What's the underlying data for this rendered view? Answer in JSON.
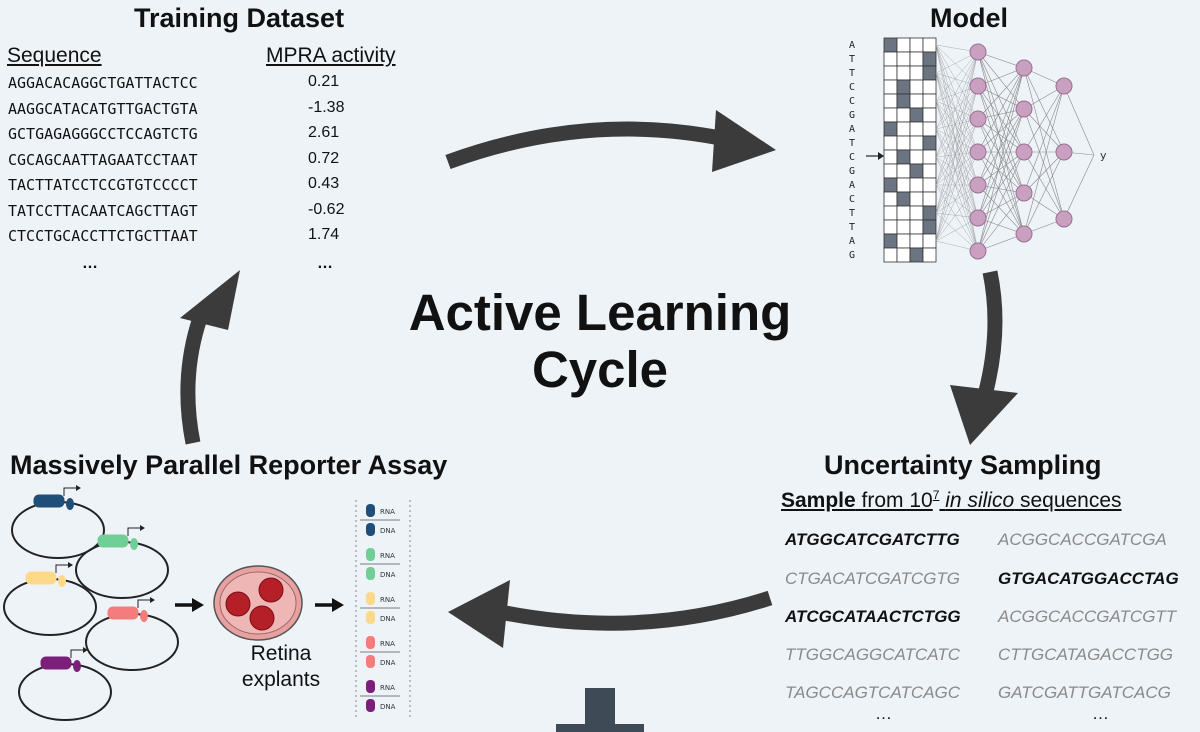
{
  "center_title": [
    "Active Learning",
    "Cycle"
  ],
  "training": {
    "title": "Training Dataset",
    "col_sequence": "Sequence",
    "col_activity": "MPRA activity",
    "rows": [
      {
        "seq": "AGGACACAGGCTGATTACTCC",
        "val": "0.21"
      },
      {
        "seq": "AAGGCATACATGTTGACTGTA",
        "val": "-1.38"
      },
      {
        "seq": "GCTGAGAGGGCCTCCAGTCTG",
        "val": "2.61"
      },
      {
        "seq": "CGCAGCAATTAGAATCCTAAT",
        "val": "0.72"
      },
      {
        "seq": "TACTTATCCTCCGTGTCCCCT",
        "val": "0.43"
      },
      {
        "seq": "TATCCTTACAATCAGCTTAGT",
        "val": "-0.62"
      },
      {
        "seq": "CTCCTGCACCTTCTGCTTAAT",
        "val": "1.74"
      }
    ],
    "ellipsis_seq": "…",
    "ellipsis_val": "…"
  },
  "model": {
    "title": "Model",
    "letters": [
      "A",
      "T",
      "T",
      "C",
      "C",
      "G",
      "A",
      "T",
      "C",
      "G",
      "A",
      "C",
      "T",
      "T",
      "A",
      "G"
    ],
    "output_label": "y"
  },
  "uncertainty": {
    "title": "Uncertainty Sampling",
    "subtitle_sample": "Sample",
    "subtitle_from": " from 10",
    "subtitle_exp": "7",
    "subtitle_insilico": "in silico",
    "subtitle_rest": " sequences",
    "left_col": [
      {
        "seq": "ATGGCATCGATCTTG",
        "bold": true
      },
      {
        "seq": "CTGACATCGATCGTG",
        "bold": false
      },
      {
        "seq": "ATCGCATAACTCTGG",
        "bold": true
      },
      {
        "seq": "TTGGCAGGCATCATC",
        "bold": false
      },
      {
        "seq": "TAGCCAGTCATCAGC",
        "bold": false
      }
    ],
    "right_col": [
      {
        "seq": "ACGGCACCGATCGA",
        "bold": false
      },
      {
        "seq": "GTGACATGGACCTAG",
        "bold": true
      },
      {
        "seq": "ACGGCACCGATCGTT",
        "bold": false
      },
      {
        "seq": "CTTGCATAGACCTGG",
        "bold": false
      },
      {
        "seq": "GATCGATTGATCACG",
        "bold": false
      }
    ],
    "ellipsis": "…"
  },
  "mpra": {
    "title": "Massively Parallel Reporter Assay",
    "retina_label": [
      "Retina",
      "explants"
    ],
    "rna_label": "RNA",
    "dna_label": "DNA",
    "plasmid_colors": [
      "#1f4e79",
      "#6fcf97",
      "#ffd98a",
      "#f47c7c",
      "#7b1f7a"
    ]
  },
  "colors": {
    "arrow": "#3b3b3b",
    "node": "#c9a0c0",
    "node_stroke": "#9a6f94",
    "grid_dark": "#6b7480",
    "dish": "#e8a0a0",
    "blob": "#b51f27",
    "slate_bar": "#3e4a55"
  }
}
